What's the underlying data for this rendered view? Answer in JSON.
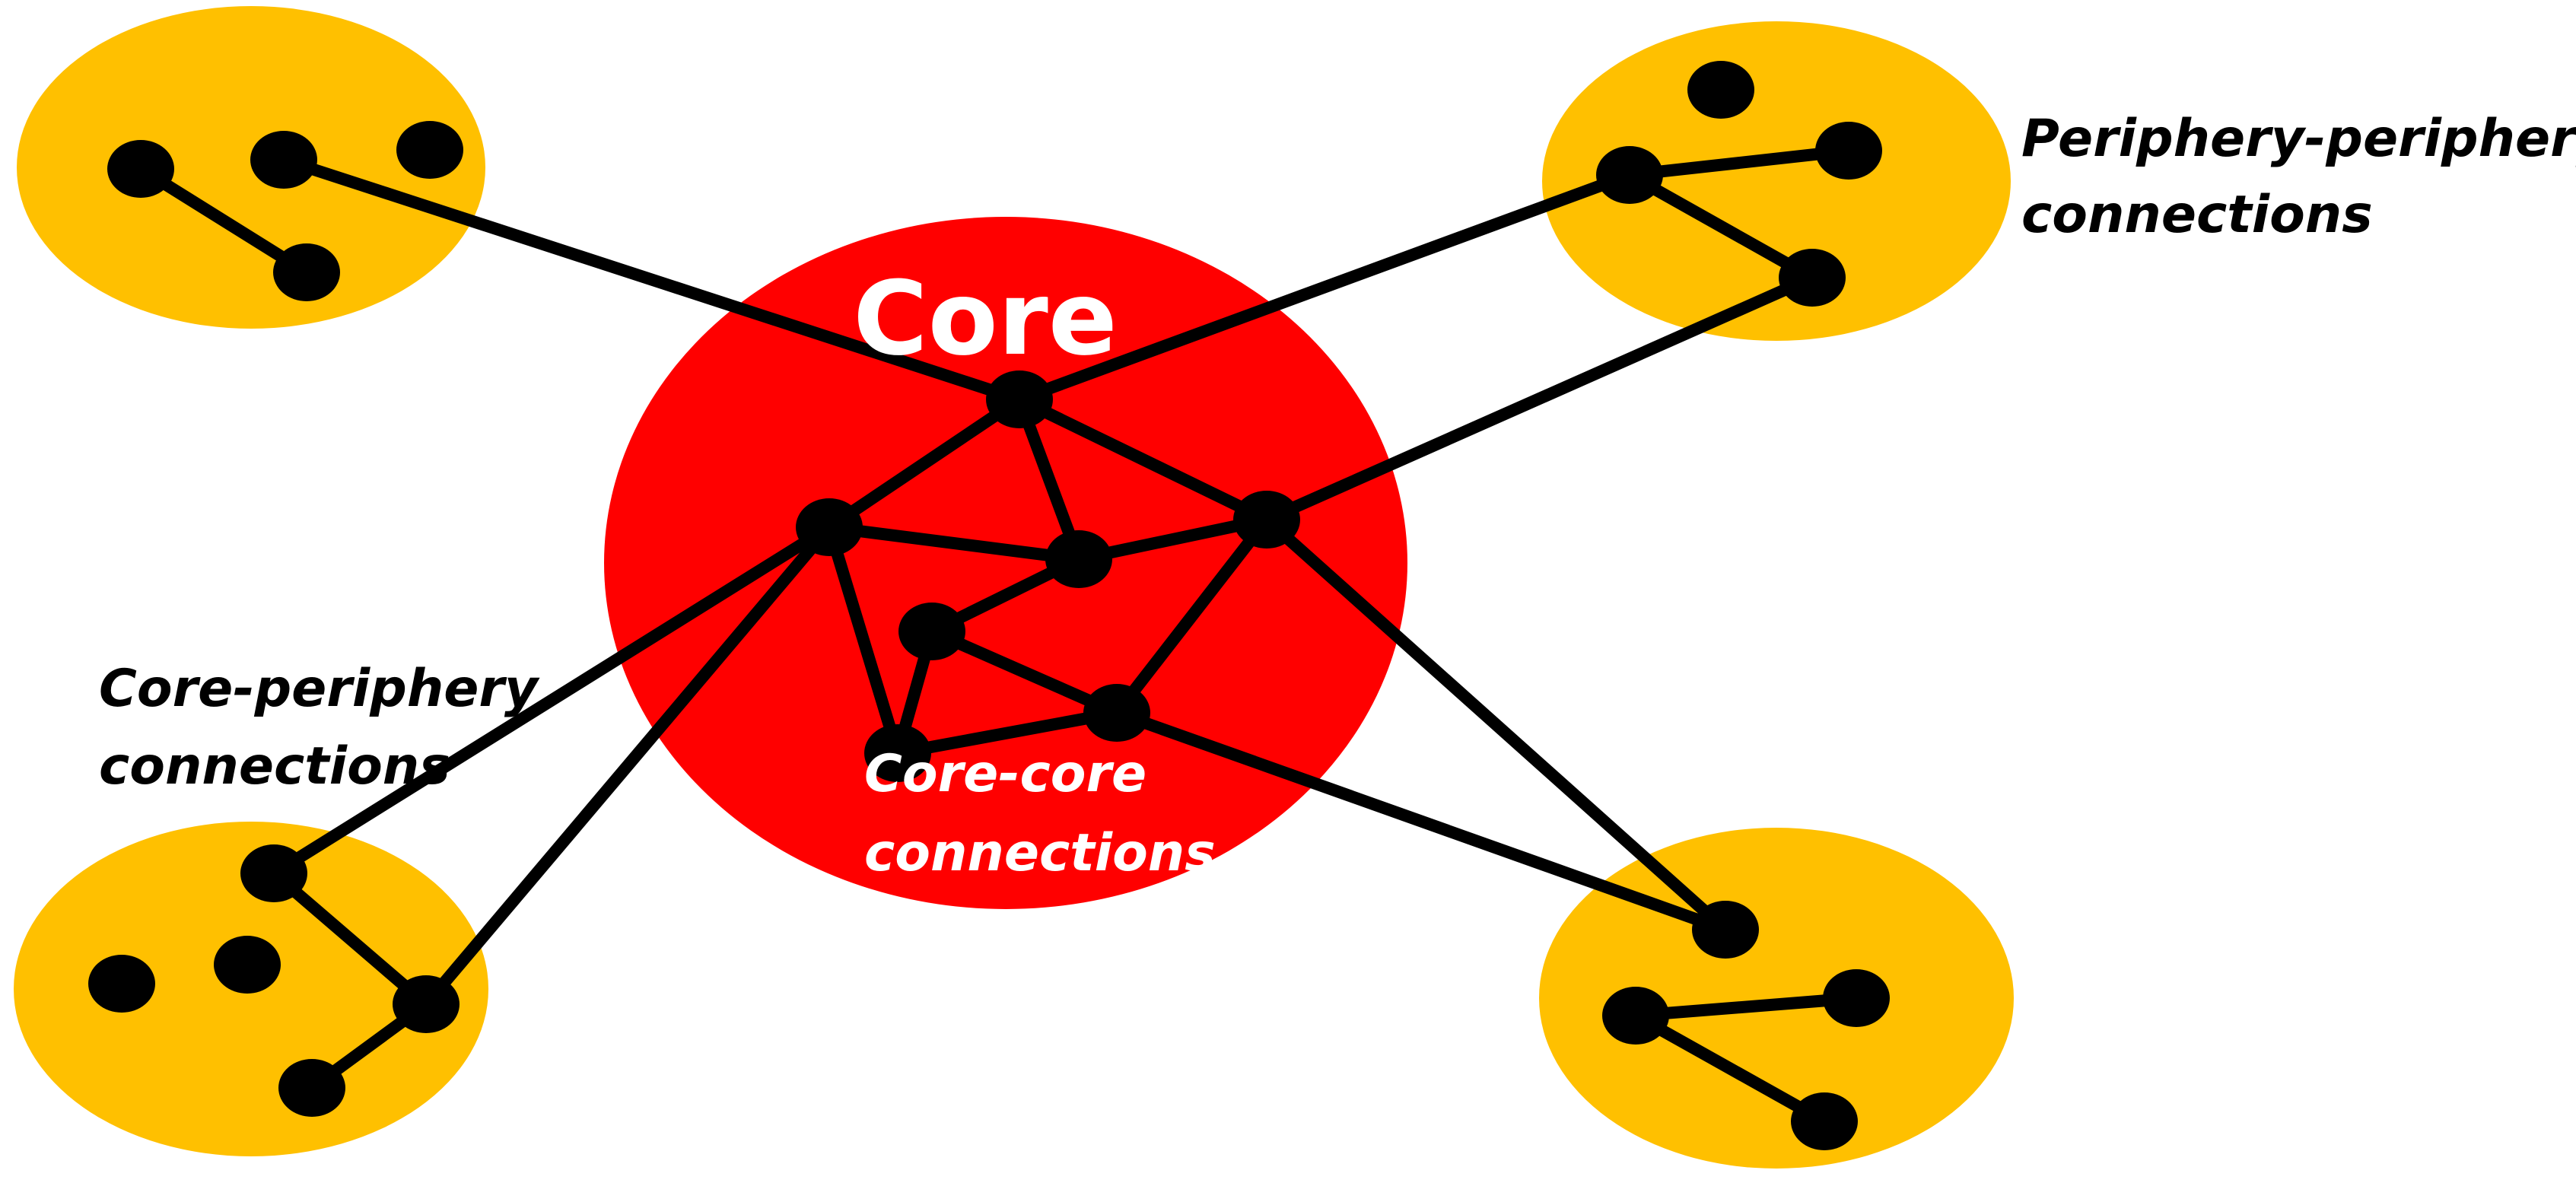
{
  "diagram": {
    "core_label": "Core",
    "core_core_label": [
      "Core-core",
      "connections"
    ],
    "core_periphery_label": [
      "Core-periphery",
      "connections"
    ],
    "periphery_periphery_label": [
      "Periphery-periphery",
      "connections"
    ],
    "colors": {
      "core": "#ff0000",
      "periphery": "#ffc000",
      "node": "#000000",
      "edge": "#000000",
      "core_label": "#ffffff",
      "core_core_label": "#ffffff",
      "outer_labels": "#000000"
    }
  }
}
